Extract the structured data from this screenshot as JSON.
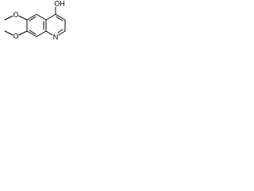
{
  "diagram": {
    "type": "chemical-structure",
    "labels": {
      "hydroxyl": "OH",
      "ring_nitrogen": "N",
      "methoxy_oxygen_6": "O",
      "methoxy_oxygen_7": "O"
    }
  }
}
